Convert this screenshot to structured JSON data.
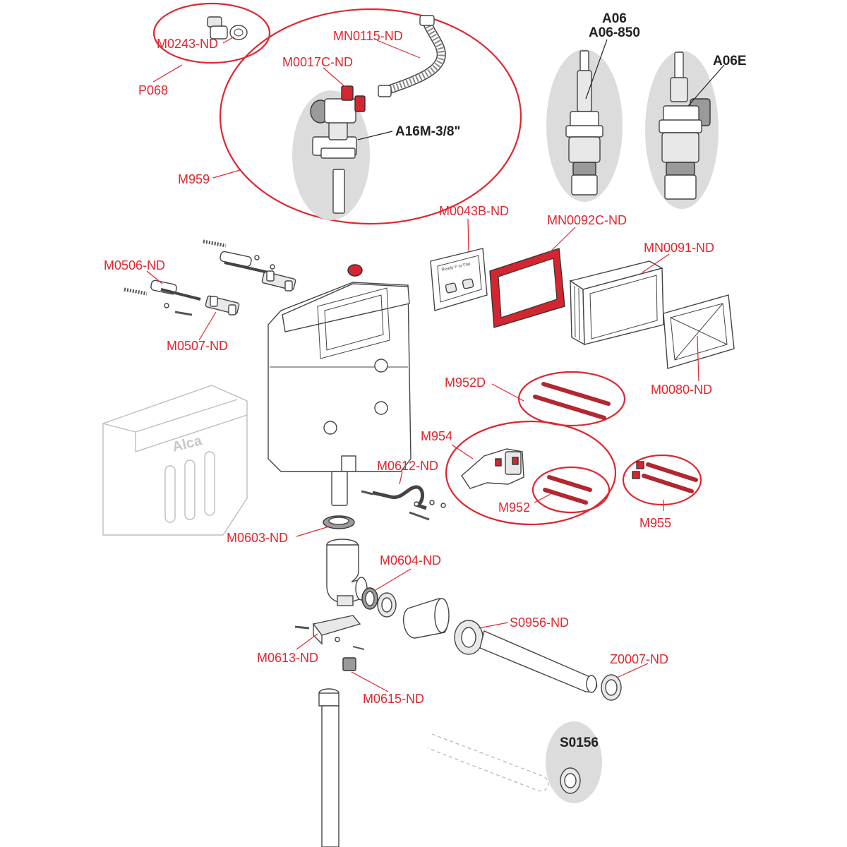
{
  "labels": {
    "m0243": "M0243-ND",
    "p068": "P068",
    "mn0115": "MN0115-ND",
    "m0017c": "M0017C-ND",
    "a16m": "A16M-3/8\"",
    "m959": "M959",
    "a06": "A06",
    "a06_850": "A06-850",
    "a06e": "A06E",
    "m0043b": "M0043B-ND",
    "mn0092c": "MN0092C-ND",
    "mn0091": "MN0091-ND",
    "m0506": "M0506-ND",
    "m0507": "M0507-ND",
    "m0080": "M0080-ND",
    "m952d": "M952D",
    "m954": "M954",
    "m0612": "M0612-ND",
    "m952": "M952",
    "m955": "M955",
    "m0603": "M0603-ND",
    "m0604": "M0604-ND",
    "s0956": "S0956-ND",
    "z0007": "Z0007-ND",
    "m0613": "M0613-ND",
    "m0615": "M0615-ND",
    "s0156": "S0156"
  },
  "cover_logo": "Alca",
  "frame_text": "Ready F or Flat",
  "colors": {
    "label_red": "#e0262f",
    "label_dark": "#222222",
    "highlight_grey": "#dcdcdc",
    "part_red": "#d32630"
  }
}
